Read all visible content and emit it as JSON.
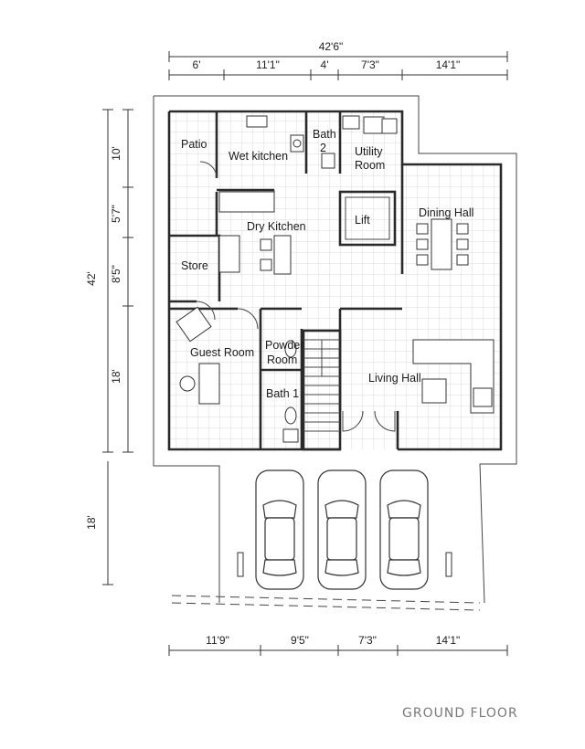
{
  "plan": {
    "title": "GROUND FLOOR",
    "dimensions": {
      "top_total": "42'6\"",
      "top": [
        "6'",
        "11'1\"",
        "4'",
        "7'3\"",
        "14'1\""
      ],
      "left_total": "42'",
      "left": [
        "10'",
        "5'7\"",
        "8'5\"",
        "18'"
      ],
      "left_lower": "18'",
      "bottom": [
        "11'9\"",
        "9'5\"",
        "7'3\"",
        "14'1\""
      ]
    },
    "rooms": {
      "patio": "Patio",
      "wet_kitchen": "Wet kitchen",
      "bath2_line1": "Bath",
      "bath2_line2": "2",
      "utility_line1": "Utility",
      "utility_line2": "Room",
      "lift": "Lift",
      "dining_hall": "Dining Hall",
      "dry_kitchen": "Dry Kitchen",
      "store": "Store",
      "guest_room": "Guest Room",
      "powder_line1": "Powder",
      "powder_line2": "Room",
      "bath1": "Bath 1",
      "living_hall": "Living Hall"
    },
    "car_count": 3
  }
}
